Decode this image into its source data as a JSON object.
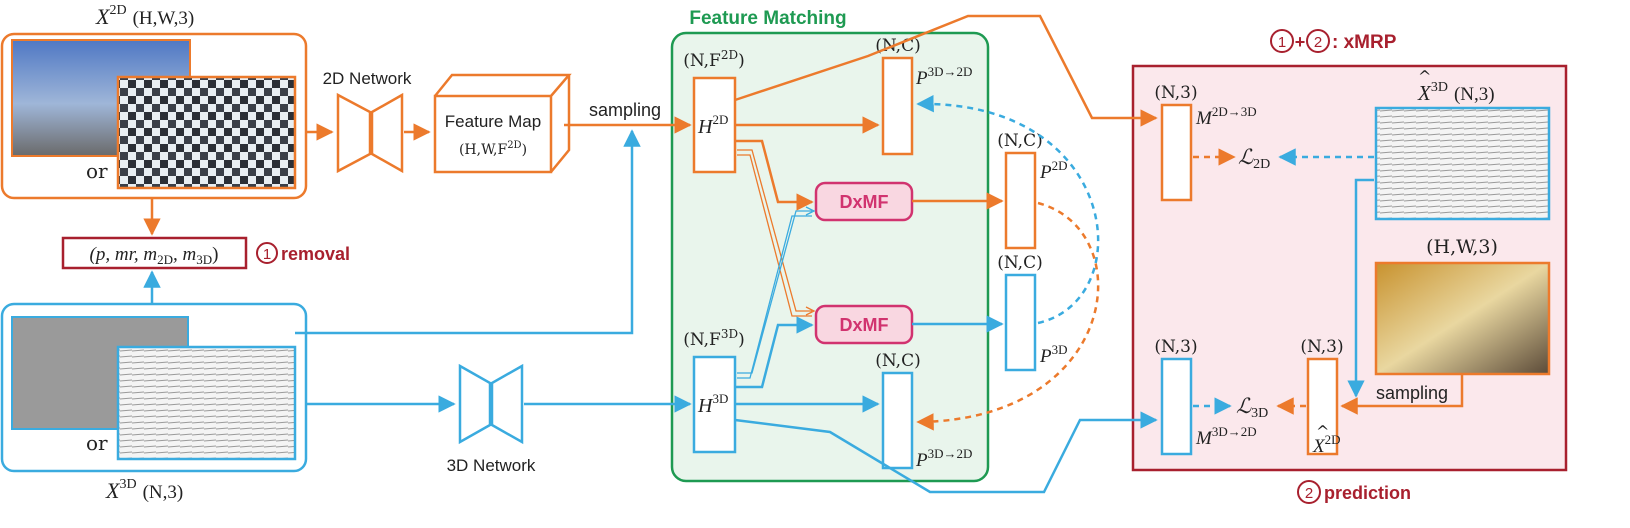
{
  "colors": {
    "orange": "#EC7A2C",
    "blue": "#3AABDF",
    "green": "#1E9A52",
    "green_fill": "#E9F5EC",
    "dark_red": "#A8202E",
    "pink_fill": "#FBE8EC",
    "dxmf_fill": "#F9D7E1",
    "dxmf_stroke": "#D1336F"
  },
  "inputs": {
    "x2d_label": "X",
    "x2d_sup": "2D",
    "x2d_shape": "(H,W,3)",
    "x3d_label": "X",
    "x3d_sup": "3D",
    "x3d_shape": "(N,3)",
    "or_top": "or",
    "or_bottom": "or"
  },
  "networks": {
    "net2d": "2D Network",
    "net3d": "3D Network",
    "feature_map_title": "Feature Map",
    "feature_map_shape": "(H,W,F",
    "feature_map_sup": "2D",
    "feature_map_close": ")",
    "sampling": "sampling"
  },
  "removal": {
    "tuple": "(p, mr, m",
    "m2d_sub": "2D",
    "m3d_sep": ", m",
    "m3d_sub": "3D",
    "close": ")",
    "num": "1",
    "label": "removal"
  },
  "feature_matching": {
    "title": "Feature Matching",
    "h2d_shape": "(N,F",
    "h2d_shape_sup": "2D",
    "h2d_shape_close": ")",
    "h2d": "H",
    "h2d_sup": "2D",
    "h3d_shape": "(N,F",
    "h3d_shape_sup": "3D",
    "h3d_shape_close": ")",
    "h3d": "H",
    "h3d_sup": "3D",
    "dxmf_top": "DxMF",
    "dxmf_bottom": "DxMF",
    "p3d2d_top_shape": "(N,C)",
    "p3d2d_top": "P",
    "p3d2d_top_sup": "3D→2D",
    "p3d2d_bottom_shape": "(N,C)",
    "p3d2d_bottom": "P",
    "p3d2d_bottom_sup": "3D→2D"
  },
  "projections": {
    "p2d_shape": "(N,C)",
    "p2d": "P",
    "p2d_sup": "2D",
    "p3d_shape": "(N,C)",
    "p3d": "P",
    "p3d_sup": "3D"
  },
  "xmrp": {
    "title_num1": "1",
    "title_plus": "+",
    "title_num2": "2",
    "title_text": ": xMRP",
    "m2d3d_shape": "(N,3)",
    "m2d3d": "M",
    "m2d3d_sup": "2D→3D",
    "loss2d": "ℒ",
    "loss2d_sub": "2D",
    "xhat3d": "X",
    "xhat3d_sup": "3D",
    "xhat3d_shape": "(N,3)",
    "image_shape": "(H,W,3)",
    "m3d2d_shape": "(N,3)",
    "m3d2d": "M",
    "m3d2d_sup": "3D→2D",
    "loss3d": "ℒ",
    "loss3d_sub": "3D",
    "xhat2d_shape": "(N,3)",
    "xhat2d": "X",
    "xhat2d_sup": "2D",
    "sampling": "sampling",
    "prediction_num": "2",
    "prediction_label": "prediction"
  }
}
